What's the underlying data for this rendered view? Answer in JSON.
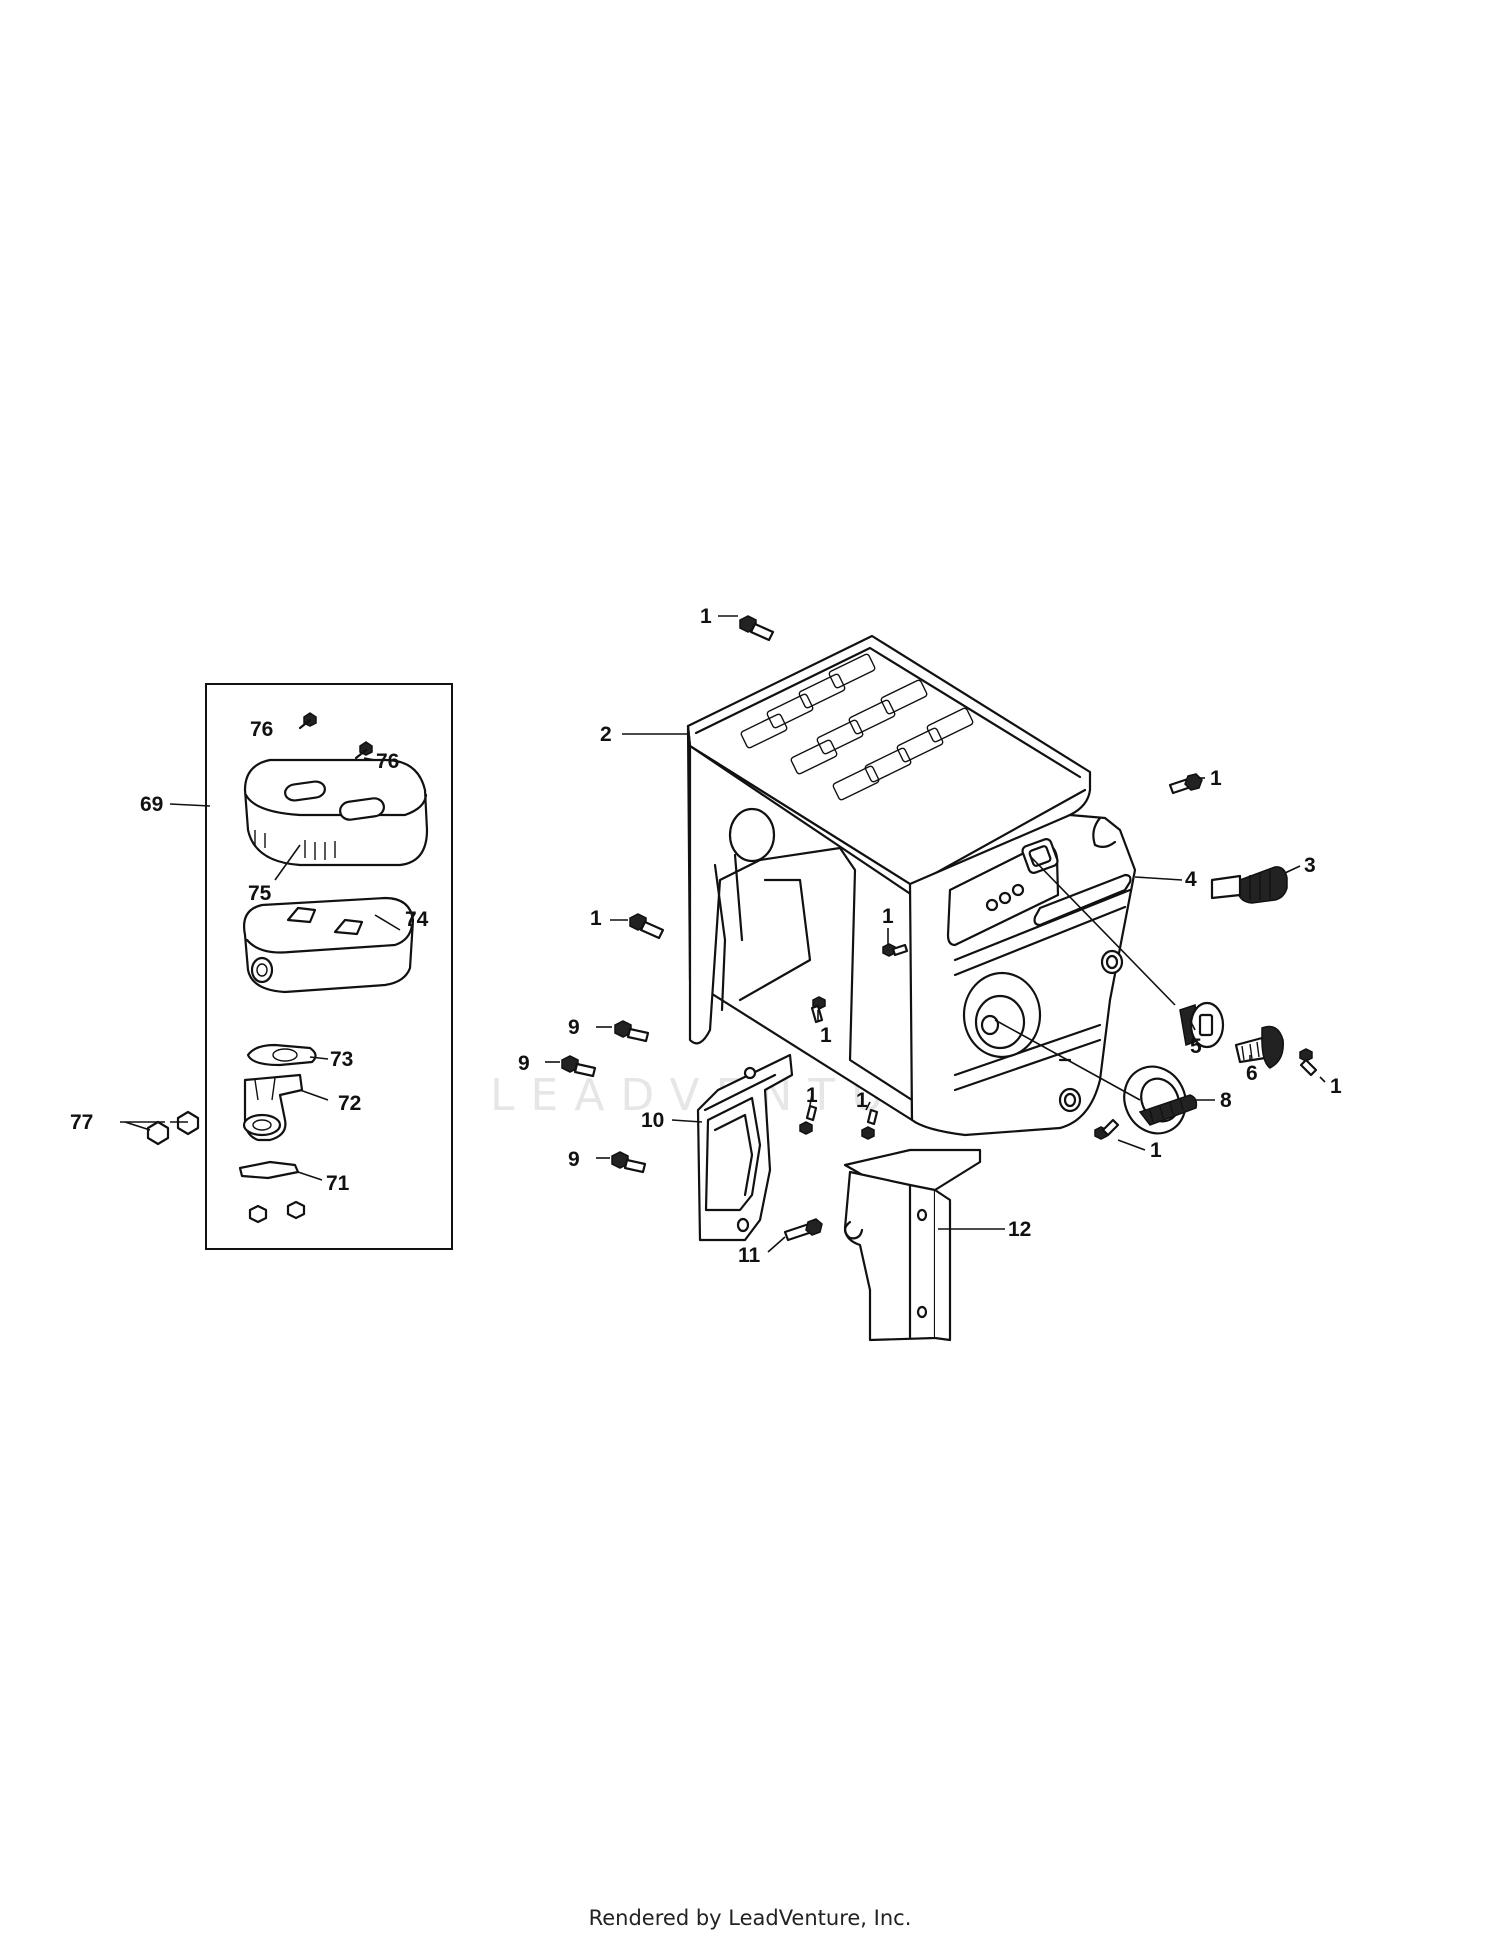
{
  "watermark": "LEADVENTURE",
  "footer": "Rendered by LeadVenture, Inc.",
  "callouts": {
    "c1_top": "1",
    "c1_right_upper": "1",
    "c1_left_mid": "1",
    "c1_center_a": "1",
    "c1_center_b": "1",
    "c1_right_lower": "1",
    "c1_lower_a": "1",
    "c1_lower_b": "1",
    "c1_bottom_right": "1",
    "c2": "2",
    "c3": "3",
    "c4": "4",
    "c5": "5",
    "c6": "6",
    "c8": "8",
    "c9_a": "9",
    "c9_b": "9",
    "c9_c": "9",
    "c10": "10",
    "c11": "11",
    "c12": "12",
    "c69": "69",
    "c71": "71",
    "c72": "72",
    "c73": "73",
    "c74": "74",
    "c75": "75",
    "c76_a": "76",
    "c76_b": "76",
    "c77": "77"
  }
}
